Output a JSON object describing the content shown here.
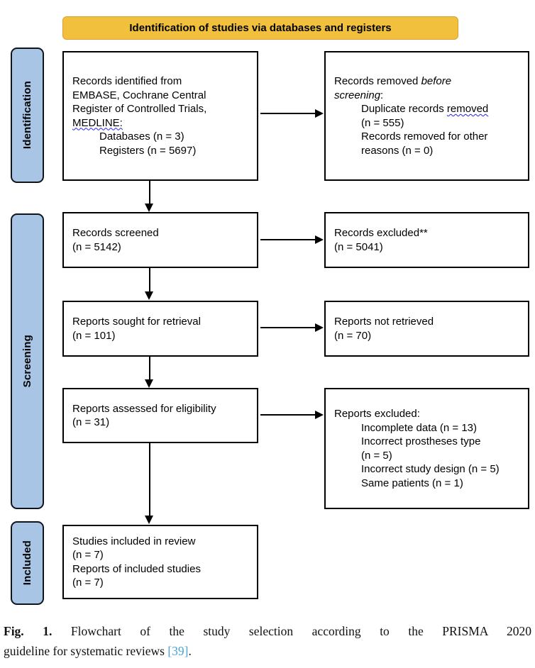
{
  "banner": {
    "label": "Identification of studies via databases and registers"
  },
  "sidebar": {
    "identification": "Identification",
    "screening": "Screening",
    "included": "Included"
  },
  "boxes": {
    "records_identified": {
      "l1": "Records identified from",
      "l2": "EMBASE, Cochrane Central",
      "l3": "Register of Controlled Trials,",
      "l4": "MEDLINE:",
      "l5": "Databases (n = 3)",
      "l6": "Registers (n = 5697)"
    },
    "records_removed": {
      "l1a": "Records removed ",
      "l1b": "before",
      "l2a": "screening",
      "l2b": ":",
      "l3a": "Duplicate records ",
      "l3b": "removed",
      "l4": "(n = 555)",
      "l5": "Records removed for other",
      "l6": "reasons (n = 0)"
    },
    "records_screened": {
      "l1": "Records screened",
      "l2": "(n = 5142)"
    },
    "records_excluded": {
      "l1": "Records excluded**",
      "l2": "(n = 5041)"
    },
    "reports_sought": {
      "l1": "Reports sought for retrieval",
      "l2": "(n = 101)"
    },
    "reports_not_retrieved": {
      "l1": "Reports not retrieved",
      "l2": "(n = 70)"
    },
    "reports_assessed": {
      "l1": "Reports assessed for eligibility",
      "l2": "(n = 31)"
    },
    "reports_excluded": {
      "l1": "Reports excluded:",
      "l2": "Incomplete data (n = 13)",
      "l3": "Incorrect prostheses type",
      "l4": "(n = 5)",
      "l5": "Incorrect study design (n = 5)",
      "l6": "Same patients (n = 1)"
    },
    "studies_included": {
      "l1": "Studies included in review",
      "l2": "(n = 7)",
      "l3": "Reports of included studies",
      "l4": "(n = 7)"
    }
  },
  "caption": {
    "fig_label": "Fig. 1.",
    "line1_rest": "Flowchart of the study selection according to the PRISMA 2020",
    "line2_start": "guideline for systematic reviews",
    "ref": "[39]",
    "line2_end": "."
  },
  "colors": {
    "banner_bg": "#f1c13e",
    "sidebar_bg": "#a8c5e6",
    "citation_blue": "#4aa3d8",
    "spellcheck_blue": "#2323e0"
  }
}
